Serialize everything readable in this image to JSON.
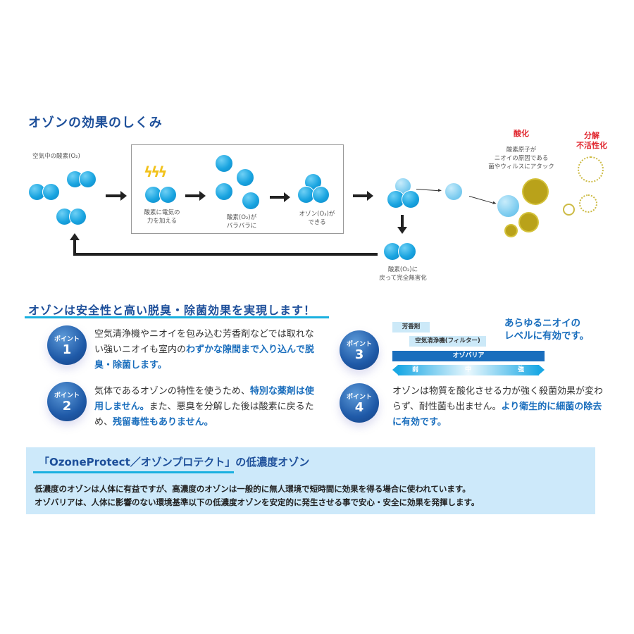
{
  "mechanism": {
    "title": "オゾンの効果のしくみ",
    "air_oxygen_label": "空気中の酸素(O₂)",
    "step1_label": [
      "酸素に電気の",
      "力を加える"
    ],
    "step2_label": [
      "酸素(O₂)が",
      "バラバラに"
    ],
    "step3_label": [
      "オゾン(O₃)が",
      "できる"
    ],
    "return_label": [
      "酸素(O₂)に",
      "戻って完全無害化"
    ],
    "oxidation_title": "酸化",
    "oxidation_desc": [
      "酸素原子が",
      "ニオイの原因である",
      "菌やウィルスにアタック"
    ],
    "decompose_title": [
      "分解",
      "不活性化"
    ]
  },
  "points_section": {
    "title": "オゾンは安全性と高い脱臭・除菌効果を実現します！",
    "badge_label": "ポイント",
    "points": [
      {
        "num": "1",
        "text": "空気清浄機やニオイを包み込む芳香剤などでは取れない強いニオイも室内の",
        "highlight": "わずかな隙間まで入り込んで脱臭・除菌します。"
      },
      {
        "num": "2",
        "text1": "気体であるオゾンの特性を使うため、",
        "highlight1": "特別な薬剤は使用しません。",
        "text2": "また、悪臭を分解した後は酸素に戻るため、",
        "highlight2": "残留毒性もありません。"
      },
      {
        "num": "3",
        "chip1": "芳香剤",
        "chip2": "空気清浄機(フィルター)",
        "bar": "オゾバリア",
        "scale": [
          "弱",
          "中",
          "強"
        ],
        "highlight": [
          "あらゆるニオイの",
          "レベルに有効です。"
        ]
      },
      {
        "num": "4",
        "text": "オゾンは物質を酸化させる力が強く殺菌効果が変わらず、耐性菌も出ません。",
        "highlight": "より衛生的に細菌の除去に有効です。"
      }
    ]
  },
  "low_concentration": {
    "title": "「OzoneProtect／オゾンプロテクト」の低濃度オゾン",
    "lines": [
      "低濃度のオゾンは人体に有益ですが、高濃度のオゾンは一般的に無人環境で短時間に効果を得る場合に使われています。",
      "オゾバリアは、人体に影響のない環境基準以下の低濃度オゾンを安定的に発生させる事で安心・安全に効果を発揮します。"
    ]
  },
  "colors": {
    "title": "#1d4f9a",
    "accent": "#1ab0e0",
    "highlight": "#1a6ebd",
    "red": "#e0262e",
    "germ": "#b9a21a",
    "panel": "#cde9fa"
  }
}
